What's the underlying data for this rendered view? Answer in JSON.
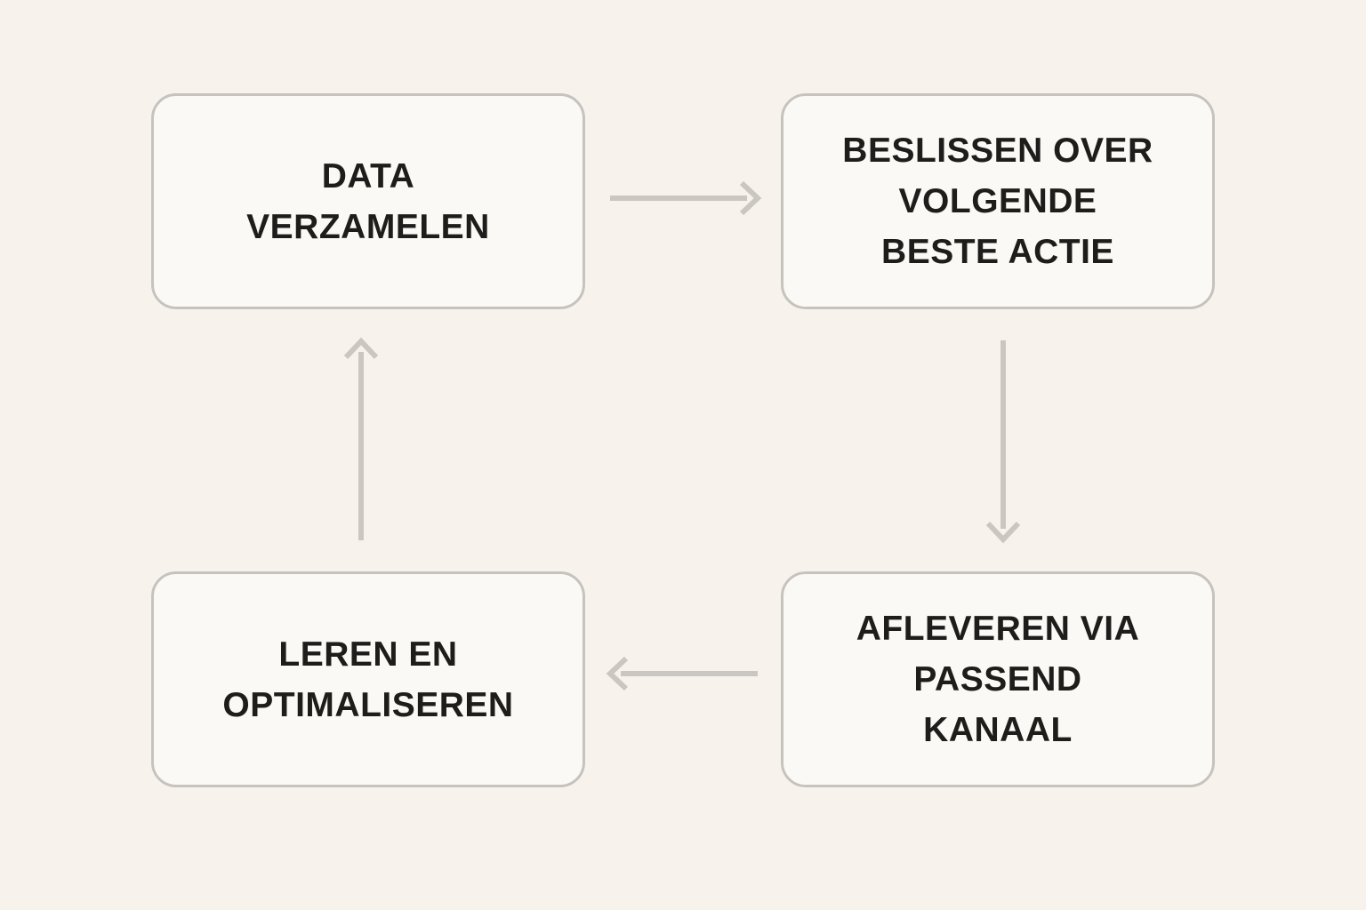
{
  "colors": {
    "background": "#f7f3ec",
    "node_fill": "#fbf9f5",
    "node_border": "#c6c3bf",
    "arrow": "#cac7c2",
    "text": "#1e1d1b"
  },
  "nodes": [
    {
      "id": "data-verzamelen",
      "label": "DATA\nVERZAMELEN"
    },
    {
      "id": "beslissen-over-volgende-beste-actie",
      "label": "BESLISSEN OVER\nVOLGENDE\nBESTE ACTIE"
    },
    {
      "id": "afleveren-via-passend-kanaal",
      "label": "AFLEVEREN VIA\nPASSEND\nKANAAL"
    },
    {
      "id": "leren-en-optimaliseren",
      "label": "LEREN EN\nOPTIMALISEREN"
    }
  ],
  "arrows": [
    {
      "from": "data-verzamelen",
      "to": "beslissen-over-volgende-beste-actie",
      "direction": "right"
    },
    {
      "from": "beslissen-over-volgende-beste-actie",
      "to": "afleveren-via-passend-kanaal",
      "direction": "down"
    },
    {
      "from": "afleveren-via-passend-kanaal",
      "to": "leren-en-optimaliseren",
      "direction": "left"
    },
    {
      "from": "leren-en-optimaliseren",
      "to": "data-verzamelen",
      "direction": "up"
    }
  ]
}
